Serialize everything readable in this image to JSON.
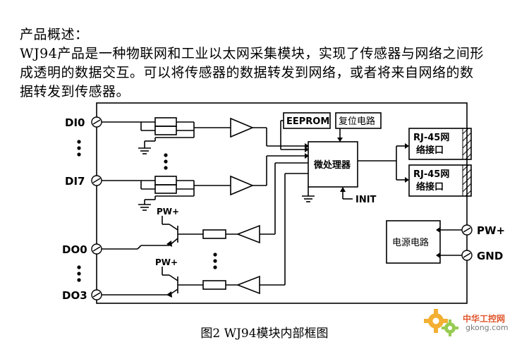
{
  "intro": {
    "heading": "产品概述：",
    "line1": "WJ94产品是一种物联网和工业以太网采集模块，实现了传感器与网络之间形",
    "line2": "成透明的数据交互。可以将传感器的数据转发到网络，或者将来自网络的数",
    "line3": "据转发到传感器。"
  },
  "diagram": {
    "inputs": {
      "di0": "DI0",
      "di7": "DI7"
    },
    "outputs": {
      "do0": "DO0",
      "do3": "DO3"
    },
    "pw_upper": "PW+",
    "pw_lower": "PW+",
    "eeprom": "EEPROM",
    "reset": "复位电路",
    "mcu": "微处理器",
    "init": "INIT",
    "rj45_1_line1": "RJ-45网",
    "rj45_1_line2": "络接口",
    "rj45_2_line1": "RJ-45网",
    "rj45_2_line2": "络接口",
    "power_block": "电源电路",
    "pw_terminal": "PW+",
    "gnd_terminal": "GND"
  },
  "caption": "图2  WJ94模块内部框图",
  "watermark": {
    "brand": "中华工控网",
    "url": "gkong.com",
    "accent": "#e0572c",
    "gear": "#f2a81d"
  }
}
